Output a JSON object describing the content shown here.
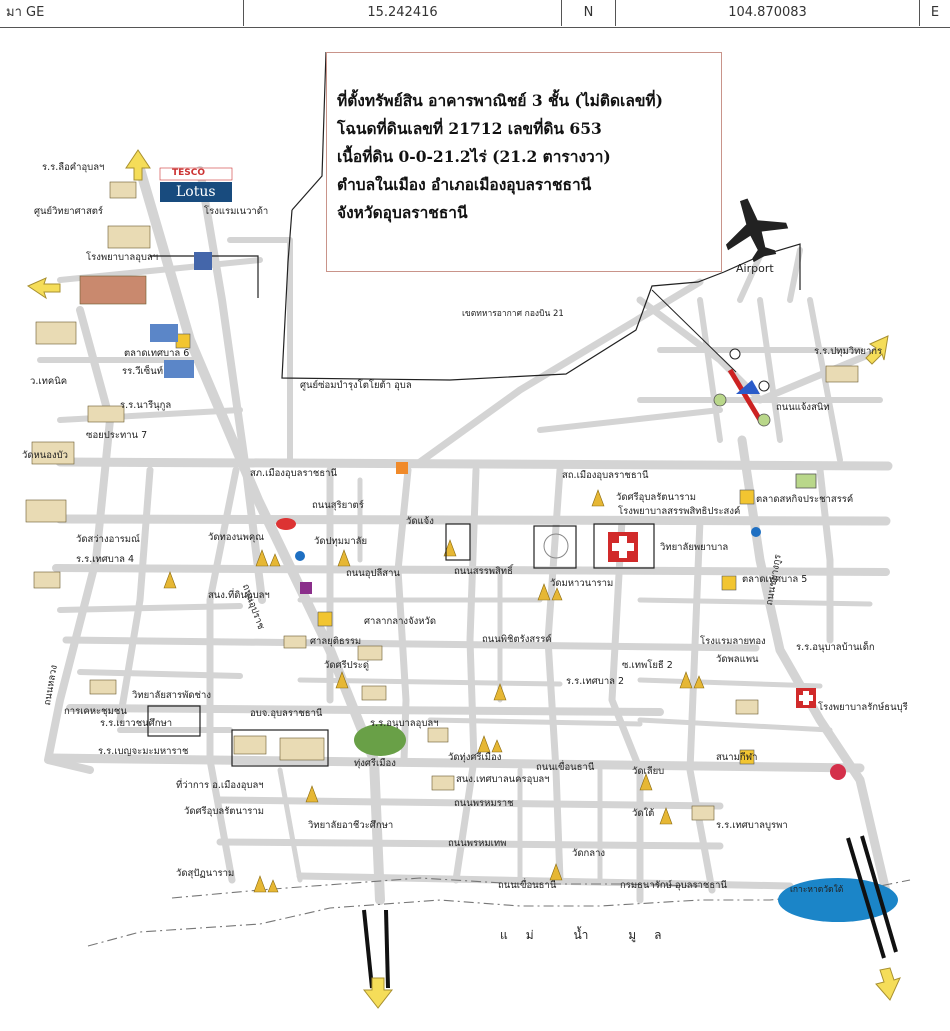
{
  "header": {
    "left_label": "มา GE",
    "latitude": "15.242416",
    "lat_dir": "N",
    "longitude": "104.870083",
    "lon_dir": "E"
  },
  "info_box": {
    "lines": [
      "ที่ตั้งทรัพย์สิน อาคารพาณิชย์ 3 ชั้น (ไม่ติดเลขที่)",
      "โฉนดที่ดินเลขที่ 21712 เลขที่ดิน 653",
      "เนื้อที่ดิน 0-0-21.2ไร่ (21.2 ตารางวา)",
      "ตำบลในเมือง อำเภอเมืองอุบลราชธานี",
      "จังหวัดอุบลราชธานี"
    ]
  },
  "map": {
    "airport_label": "Airport",
    "store_brand_top": "TESCO",
    "store_brand_bottom": "Lotus",
    "river_label": "แม่ น้ำ มูล",
    "labels": {
      "school_top_left": "ร.ร.ลือคำอุบลฯ",
      "science_center": "ศูนย์วิทยาศาสตร์",
      "hospital_west": "โรงพยาบาลอุบลฯ",
      "hotel_north": "โรงแรมเนวาด้า",
      "market_6": "ตลาดเทศบาล 6",
      "school_vincent": "รร.วีเซ็นท์",
      "school_narinuk": "ร.ร.นารีนุกูล",
      "soi_prathan7": "ซอยประทาน 7",
      "police": "ว.เทคนิค",
      "car_service": "ศูนย์ซ่อมบำรุงโตโยต้า อุบล",
      "airforce": "เขตทหารอากาศ กองบิน 21",
      "road_surin": "ถนนสุริยาตร์",
      "wat_sawang": "วัดสว่างอารมณ์",
      "school_tessaban4": "ร.ร.เทศบาล 4",
      "wat_thongnopphakhun": "วัดทองนพคุณ",
      "wat_pathummalai": "วัดปทุมมาลัย",
      "wat_jaeng": "วัดแจ้ง",
      "road_uppalisan": "ถนนอุปลีสาน",
      "road_sappasit": "ถนนสรรพสิทธิ์",
      "provincial_office": "ศาลากลางจังหวัด",
      "land_office": "สนง.ที่ดินอุบลฯ",
      "wat_mahawanaram": "วัดมหาวนาราม",
      "city_hall": "สถ.เมืองอุบลราชธานี",
      "wat_sri_ubon": "วัดศรีอุบลรัตนาราม",
      "hospital_sappasit": "โรงพยาบาลสรรพสิทธิประสงค์",
      "nursing_college": "วิทยาลัยพยาบาล",
      "market_prachasan": "ตลาดสหกิจประชาสรรค์",
      "market_5": "ตลาดเทศบาล 5",
      "school_pathumthep": "ร.ร.ปทุมวิทยากร",
      "road_chayangkun": "ถนนแจ้งสนิท",
      "court": "ศาลยุติธรรม",
      "wat_sripradu": "วัดศรีประดู่",
      "road_phichit": "ถนนพิชิตรังสรรค์",
      "hotel_laithong": "โรงแรมลายทอง",
      "wat_phonwisai": "วัดพลแพน",
      "kindergarten": "ร.ร.อนุบาลบ้านเด็ก",
      "hospital_east": "โรงพยาบาลรักษ์ธนบุรี",
      "wat_liap": "วัดเลียบ",
      "wat_klang": "วัดกลาง",
      "wat_tai": "วัดใต้",
      "school_tessaban_burapha": "ร.ร.เทศบาลบูรพา",
      "tung_sri_muang": "ทุ่งศรีเมือง",
      "anuban": "ร.ร.อนุบาลอุบลฯ",
      "wat_thung_sri_muang": "วัดทุ่งศรีเมือง",
      "municipal_office": "สนง.เทศบาลนครอุบลฯ",
      "road_khuenthani": "ถนนเขื่อนธานี",
      "road_phromrat": "ถนนพรหมราช",
      "road_phromthep": "ถนนพรหมเทพ",
      "road_khuenthani_s": "ถนนเขื่อนธานี",
      "wat_supattanaram": "วัดสุปัฏนาราม",
      "college_ubon": "วิทยาลัยอาชีวะศึกษา",
      "district_office": "ที่ว่าการ อ.เมืองอุบลฯ",
      "wat_sriubon_south": "วัดศรีอุบลรัตนาราม",
      "school_ubon_dara": "ร.ร.เบญจะมะมหาราช",
      "wat_ban_kao": "ร.ร.เยาวชนศึกษา",
      "college_art": "วิทยาลัยสารพัดช่าง",
      "bus": "การเคหะชุมชน",
      "hotel_south": "กรมธนารักษ์ อุบลราชธานี",
      "ko_hat": "เกาะหาดวัดใต้",
      "wat_nong_bua": "วัดหนองบัว",
      "muang_ubon": "อบจ.อุบลราชธานี",
      "arena": "สนามกีฬา",
      "road_auparat": "ถนนอุปราช",
      "road_chayangkun_v": "ถนนชยางกูร",
      "road_luang": "ถนนหลวง",
      "police_station": "สภ.เมืองอุบลราชธานี",
      "watsai_school": "ร.ร.เทศบาล 2",
      "road_thepyothi": "ซ.เทพโยธี 2"
    }
  }
}
